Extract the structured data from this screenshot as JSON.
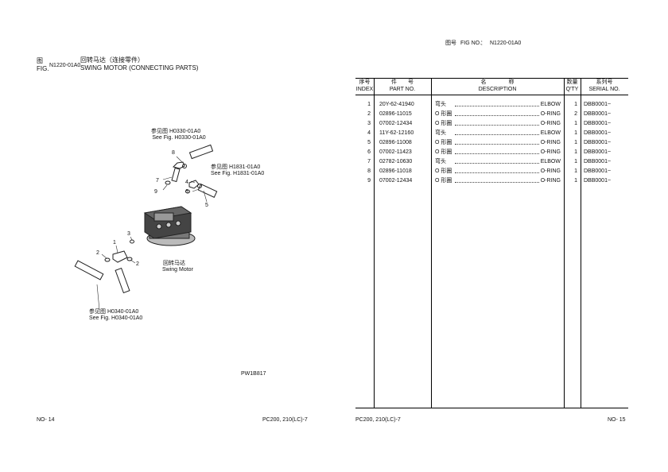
{
  "left_page": {
    "fig_label_cn": "图",
    "fig_label_en": "FIG.",
    "fig_no": "N1220-01A0",
    "title_cn": "回转马达（连接零件）",
    "title_en": "SWING MOTOR (CONNECTING PARTS)",
    "callouts": {
      "ref_top": {
        "cn": "参见图 H0330-01A0",
        "en": "See Fig. H0330-01A0"
      },
      "ref_right": {
        "cn": "参见图 H1831-01A0",
        "en": "See Fig. H1831-01A0"
      },
      "ref_bottom": {
        "cn": "参见图 H0340-01A0",
        "en": "See Fig. H0340-01A0"
      },
      "motor": {
        "cn": "回转马达",
        "en": "Swing Motor"
      },
      "numbers": [
        "8",
        "7",
        "9",
        "4",
        "6",
        "5",
        "3",
        "1",
        "2",
        "2"
      ]
    },
    "drawing_code": "PW1B817",
    "page_no": "NO- 14",
    "model": "PC200, 210(LC)-7"
  },
  "right_page": {
    "fig_no_cn": "图号",
    "fig_no_label": "FIG NO.",
    "fig_no_sep": "：",
    "fig_no": "N1220-01A0",
    "headers": {
      "index_cn": "序号",
      "index_en": "INDEX",
      "part_cn": "件　　号",
      "part_en": "PART NO.",
      "desc_cn": "名　　　　称",
      "desc_en": "DESCRIPTION",
      "qty_cn": "数量",
      "qty_en": "Q'TY",
      "serial_cn": "系列号",
      "serial_en": "SERIAL NO."
    },
    "rows": [
      {
        "index": "1",
        "part": "20Y-62-41940",
        "desc_cn": "弯头",
        "desc_en": "ELBOW",
        "qty": "1",
        "serial": "DBB0001~"
      },
      {
        "index": "2",
        "part": "02896-11015",
        "desc_cn": "O 形圈",
        "desc_en": "O-RING",
        "qty": "2",
        "serial": "DBB0001~"
      },
      {
        "index": "3",
        "part": "07002-12434",
        "desc_cn": "O 形圈",
        "desc_en": "O-RING",
        "qty": "1",
        "serial": "DBB0001~"
      },
      {
        "index": "4",
        "part": "11Y-62-12160",
        "desc_cn": "弯头",
        "desc_en": "ELBOW",
        "qty": "1",
        "serial": "DBB0001~"
      },
      {
        "index": "5",
        "part": "02896-11008",
        "desc_cn": "O 形圈",
        "desc_en": "O-RING",
        "qty": "1",
        "serial": "DBB0001~"
      },
      {
        "index": "6",
        "part": "07002-11423",
        "desc_cn": "O 形圈",
        "desc_en": "O-RING",
        "qty": "1",
        "serial": "DBB0001~"
      },
      {
        "index": "7",
        "part": "02782-10630",
        "desc_cn": "弯头",
        "desc_en": "ELBOW",
        "qty": "1",
        "serial": "DBB0001~"
      },
      {
        "index": "8",
        "part": "02896-11018",
        "desc_cn": "O 形圈",
        "desc_en": "O-RING",
        "qty": "1",
        "serial": "DBB0001~"
      },
      {
        "index": "9",
        "part": "07002-12434",
        "desc_cn": "O 形圈",
        "desc_en": "O-RING",
        "qty": "1",
        "serial": "DBB0001~"
      }
    ],
    "model": "PC200, 210(LC)-7",
    "page_no": "NO- 15"
  }
}
